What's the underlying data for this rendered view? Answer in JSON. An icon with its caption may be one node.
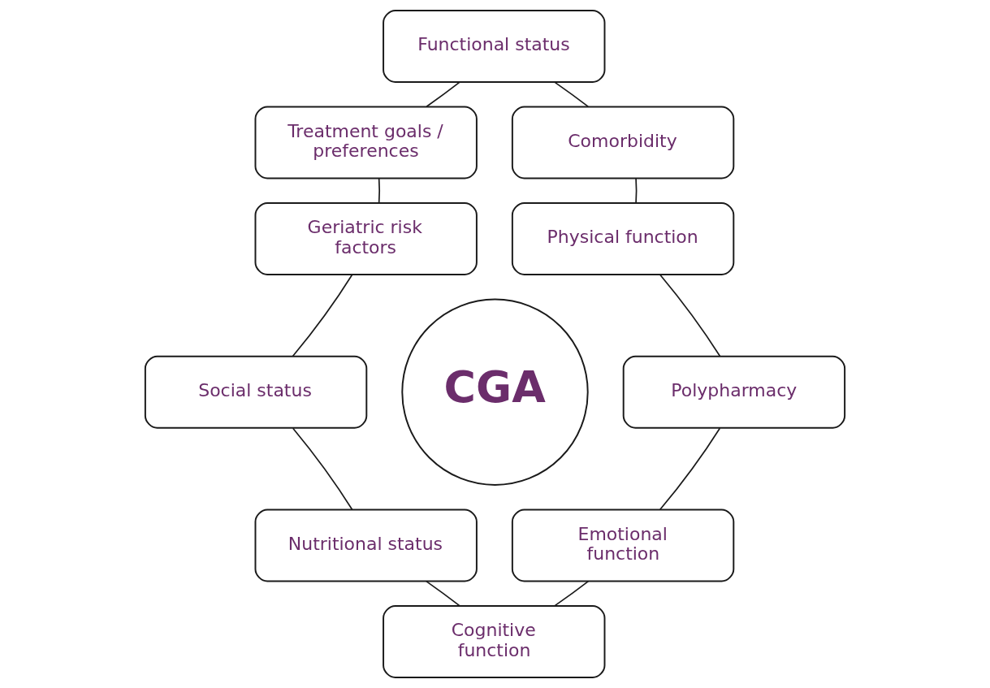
{
  "diagram": {
    "nodes": [
      {
        "text": [
          "Functional status"
        ]
      },
      {
        "text": [
          "Treatment goals / preferences"
        ]
      },
      {
        "text": [
          "Comorbidity"
        ]
      },
      {
        "text": [
          "Geriatric risk factors"
        ]
      },
      {
        "text": [
          "Physical function"
        ]
      },
      {
        "text": [
          "CGA"
        ]
      },
      {
        "text": [
          "Social status"
        ]
      },
      {
        "text": [
          "Polypharmacy"
        ]
      },
      {
        "text": [
          "Nutritional status"
        ]
      },
      {
        "text": [
          "Emotional function"
        ]
      },
      {
        "text": [
          "Cognitive function"
        ]
      }
    ],
    "edges": [
      {
        "from": 0,
        "to": 2,
        "arrow": "none"
      },
      {
        "from": 2,
        "to": 4,
        "arrow": "none"
      },
      {
        "from": 4,
        "to": 7,
        "arrow": "none"
      },
      {
        "from": 7,
        "to": 9,
        "arrow": "none"
      },
      {
        "from": 9,
        "to": 10,
        "arrow": "none"
      },
      {
        "from": 10,
        "to": 8,
        "arrow": "none"
      },
      {
        "from": 8,
        "to": 6,
        "arrow": "none"
      },
      {
        "from": 6,
        "to": 3,
        "arrow": "none"
      },
      {
        "from": 3,
        "to": 1,
        "arrow": "none"
      },
      {
        "from": 1,
        "to": 0,
        "arrow": "none"
      }
    ]
  }
}
